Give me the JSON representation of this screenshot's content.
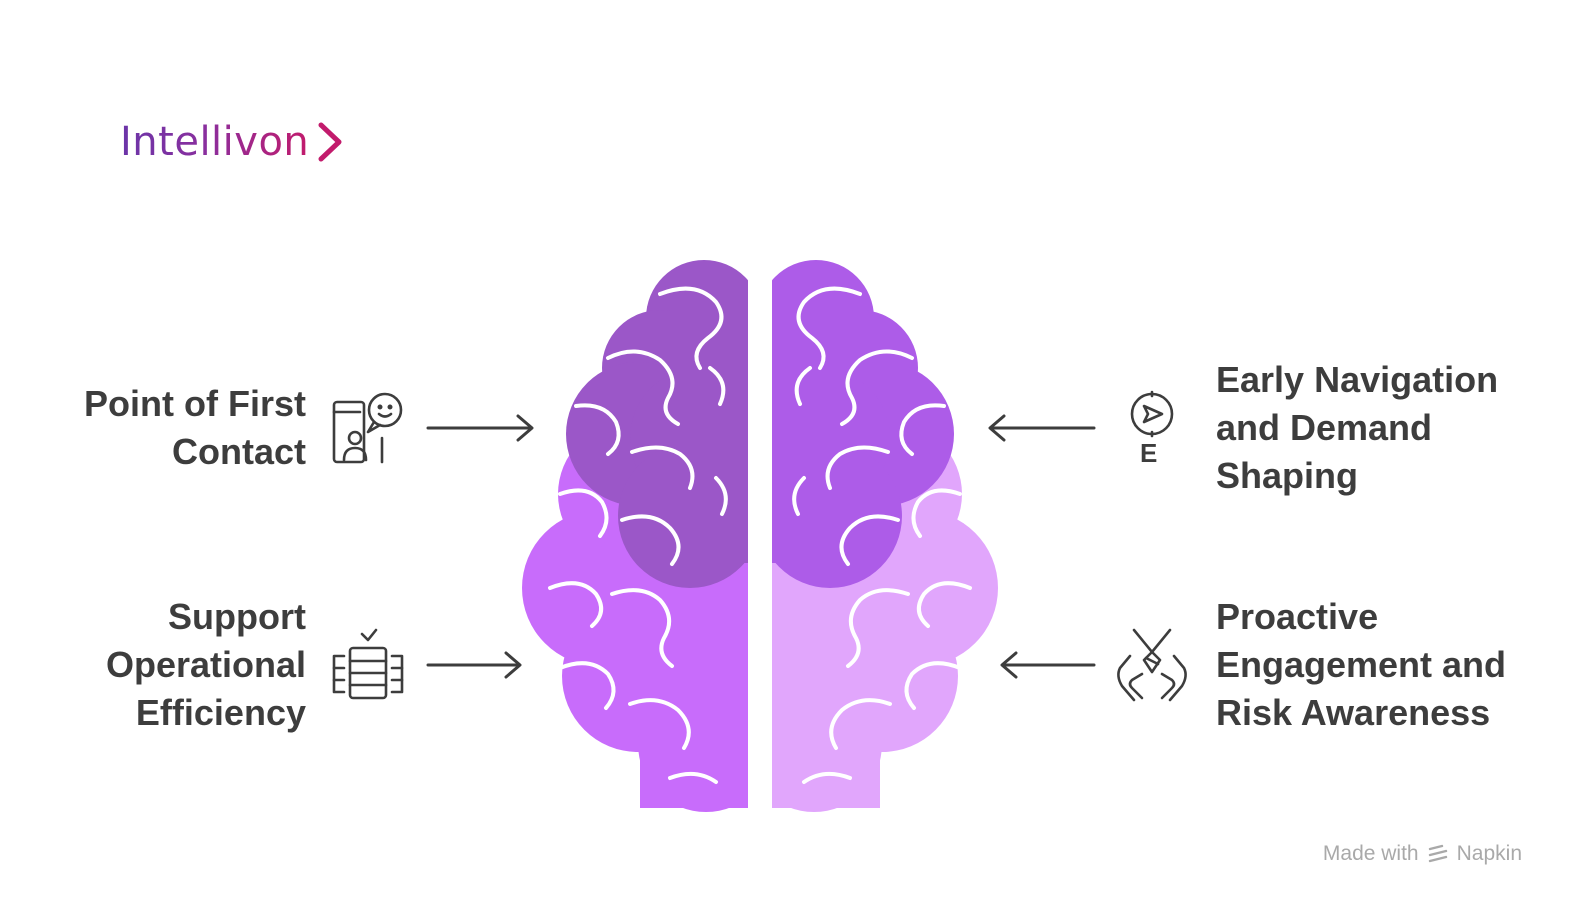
{
  "brand": {
    "name": "Intellivon"
  },
  "items": [
    {
      "id": "first-contact",
      "lines": [
        "Point of First",
        "Contact"
      ],
      "icon": "chat-person-icon"
    },
    {
      "id": "operational",
      "lines": [
        "Support",
        "Operational",
        "Efficiency"
      ],
      "icon": "server-check-icon"
    },
    {
      "id": "navigation",
      "lines": [
        "Early Navigation",
        "and Demand",
        "Shaping"
      ],
      "icon": "compass-icon"
    },
    {
      "id": "engagement",
      "lines": [
        "Proactive",
        "Engagement and",
        "Risk Awareness"
      ],
      "icon": "hands-gem-icon"
    }
  ],
  "diagram_letter": "E",
  "credit": {
    "prefix": "Made with",
    "brand": "Napkin"
  },
  "colors": {
    "brain_dark_purple": "#9b57c8",
    "brain_purple": "#ad5ce8",
    "brain_violet": "#c86cfb",
    "brain_lavender": "#e1a6fc",
    "text": "#3d3d3d",
    "credit": "#a9a9a9"
  }
}
